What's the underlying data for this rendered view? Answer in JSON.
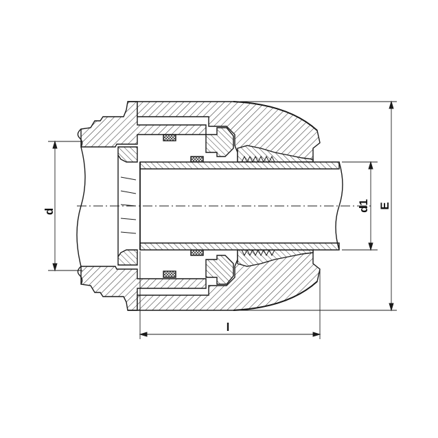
{
  "drawing": {
    "dimensions": {
      "d": "d",
      "d1": "d1",
      "E": "E",
      "l": "l"
    }
  },
  "colors": {
    "line": "#1a1a1a",
    "hatch": "#333333",
    "background": "#ffffff"
  }
}
